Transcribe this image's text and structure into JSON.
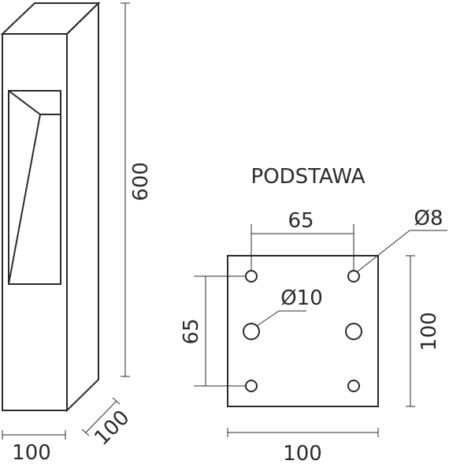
{
  "title": "PODSTAWA",
  "dimensions": {
    "height": "600",
    "width": "100",
    "depth": "100",
    "base_hole_spacing_x": "65",
    "base_hole_spacing_y": "65",
    "base_width": "100",
    "base_height": "100",
    "small_hole_diameter": "Ø8",
    "large_hole_diameter": "Ø10"
  }
}
